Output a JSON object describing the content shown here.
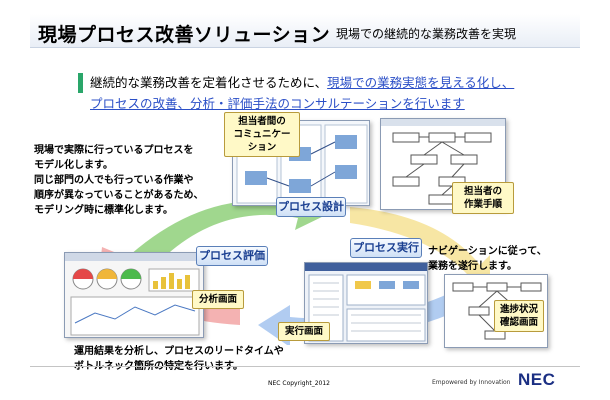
{
  "header": {
    "title": "現場プロセス改善ソリューション",
    "subtitle": "現場での継続的な業務改善を実現"
  },
  "intro": {
    "text_plain_1": "継続的な業務改善を定着化させるために、",
    "link_1": "現場での業務実態を見える化し、",
    "link_2": "プロセスの改善、分析・評価手法のコンサルテーションを行います"
  },
  "left_description": {
    "line1": "現場で実際に行っているプロセスを",
    "line2": "モデル化します。",
    "line3": "同じ部門の人でも行っている作業や",
    "line4": "順序が異なっていることがあるため、",
    "line5": "モデリング時に標準化します。"
  },
  "bottom_description": {
    "line1": "運用結果を分析し、プロセスのリードタイムや",
    "line2": "ボトルネック箇所の特定を行います。"
  },
  "right_description": {
    "line1": "ナビゲーションに従って、",
    "line2": "業務を遂行します。"
  },
  "callouts": {
    "communication_1": "担当者間の",
    "communication_2": "コミュニケーション",
    "work_procedure_1": "担当者の",
    "work_procedure_2": "作業手順",
    "analysis": "分析画面",
    "execution": "実行画面",
    "progress_1": "進捗状況",
    "progress_2": "確認画面"
  },
  "cycle": {
    "design": "プロセス設計",
    "evaluate": "プロセス評価",
    "execute": "プロセス実行"
  },
  "footer": {
    "copyright": "NEC Copyright_2012",
    "tagline": "Empowered by Innovation",
    "brand": "NEC"
  },
  "colors": {
    "accent_blue": "#1a3f91",
    "link_blue": "#2b4fc7",
    "intro_bar_green": "#2aa66a",
    "callout_yellow": "#fff9c7",
    "arrow_green": "#8fd07a",
    "arrow_red": "#f2a4a4",
    "arrow_blue": "#a9c6f0",
    "arrow_yellow": "#f6e39a"
  }
}
